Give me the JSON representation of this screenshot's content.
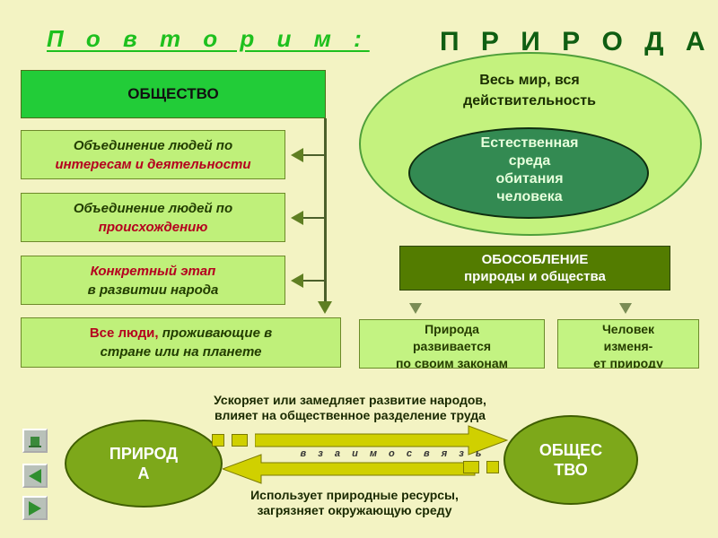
{
  "titles": {
    "repeat": "П о в т о р и м :",
    "nature": "П Р И Р О Д А"
  },
  "society": {
    "header": "ОБЩЕСТВО",
    "items": [
      {
        "line1": "Объединение людей по",
        "line2": "интересам и деятельности"
      },
      {
        "line1": "Объединение людей по",
        "line2": "происхождению"
      },
      {
        "line1": "Конкретный этап",
        "line2": "в развитии народа"
      },
      {
        "line1a": "Все люди,",
        "line1b": " проживающие в",
        "line2": "стране или на планете"
      }
    ]
  },
  "nature": {
    "outer_line1": "Весь мир, вся",
    "outer_line2": "действительность",
    "inner_line1": "Естественная",
    "inner_line2": "среда",
    "inner_line3": "обитания",
    "inner_line4": "человека"
  },
  "separation": {
    "line1": "ОБОСОБЛЕНИЕ",
    "line2": "природы и общества",
    "left_box": [
      "Природа",
      "развивается",
      "по своим законам"
    ],
    "right_box": [
      "Человек",
      "изменя-",
      "ет природу"
    ]
  },
  "bottom": {
    "top_line1": "Ускоряет или замедляет развитие народов,",
    "top_line2": "влияет на общественное разделение труда",
    "relation": "в з а и м о с в я з ь",
    "bottom_line1": "Использует природные ресурсы,",
    "bottom_line2": "загрязняет окружающую среду",
    "left_oval_line1": "ПРИРОД",
    "left_oval_line2": "А",
    "right_oval_line1": "ОБЩЕС",
    "right_oval_line2": "ТВО"
  },
  "nav": {
    "home_icon": "home-icon",
    "back_icon": "triangle-left-icon",
    "forward_icon": "triangle-right-icon"
  },
  "colors": {
    "background": "#f3f3c3",
    "society_header": "#22cc38",
    "box_fill": "#bff07a",
    "red_text": "#b5001f",
    "separation_fill": "#537c00",
    "inner_ellipse": "#338a52",
    "oval_fill": "#7da81a",
    "arrow_yellow": "#d0d000"
  }
}
